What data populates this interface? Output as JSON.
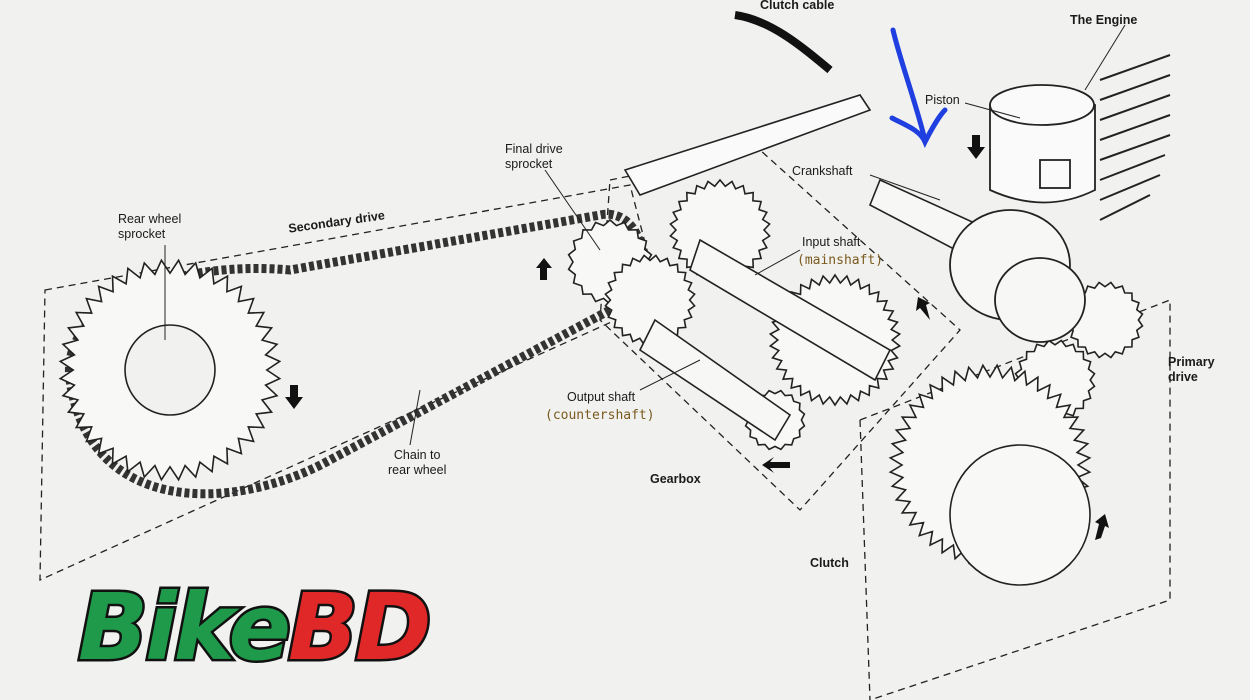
{
  "labels": {
    "clutch_cable": "Clutch cable",
    "the_engine": "The Engine",
    "piston": "Piston",
    "crankshaft": "Crankshaft",
    "final_drive_sprocket_1": "Final drive",
    "final_drive_sprocket_2": "sprocket",
    "rear_wheel_sprocket_1": "Rear wheel",
    "rear_wheel_sprocket_2": "sprocket",
    "secondary_drive": "Secondary drive",
    "input_shaft": "Input shaft",
    "mainshaft": "(mainshaft)",
    "output_shaft": "Output shaft",
    "countershaft": "(countershaft)",
    "chain_1": "Chain to",
    "chain_2": "rear wheel",
    "gearbox": "Gearbox",
    "primary_drive_1": "Primary",
    "primary_drive_2": "drive",
    "clutch": "Clutch"
  },
  "logo": {
    "part1": "Bike",
    "part2": "BD"
  },
  "colors": {
    "annotation_arrow": "#1f3fe0",
    "logo_green": "#1e9a4a",
    "logo_red": "#e02828"
  }
}
